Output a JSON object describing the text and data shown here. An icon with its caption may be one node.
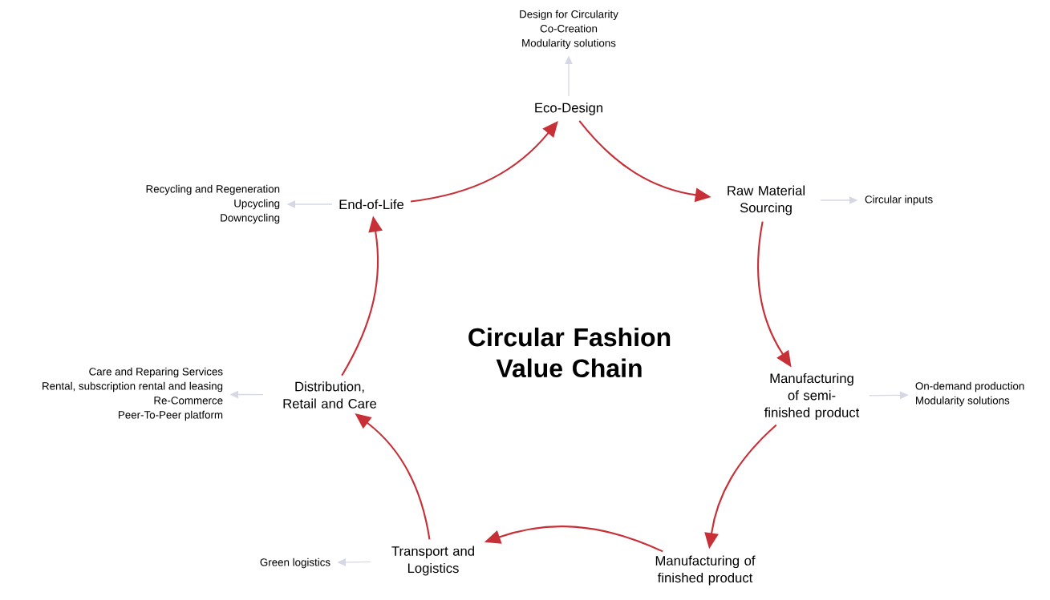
{
  "diagram": {
    "title": "Circular Fashion Value Chain",
    "nodes": [
      {
        "text": [
          "Eco-Design"
        ]
      },
      {
        "text": [
          "Raw Material Sourcing"
        ]
      },
      {
        "text": [
          "Manufacturing of semi-finished product"
        ]
      },
      {
        "text": [
          "Manufacturing of finished product"
        ]
      },
      {
        "text": [
          "Transport and Logistics"
        ]
      },
      {
        "text": [
          "Distribution, Retail and Care"
        ]
      },
      {
        "text": [
          "End-of-Life"
        ]
      },
      {
        "text": [
          "Design for Circularity",
          "Co-Creation",
          "Modularity solutions"
        ]
      },
      {
        "text": [
          "Circular inputs"
        ]
      },
      {
        "text": [
          "On-demand production",
          "Modularity solutions"
        ]
      },
      {
        "text": [
          "Green logistics"
        ]
      },
      {
        "text": [
          "Care and Reparing Services",
          "Rental, subscription rental and leasing",
          "Re-Commerce",
          "Peer-To-Peer platform"
        ]
      },
      {
        "text": [
          "Recycling and Regeneration",
          "Upcycling",
          "Downcycling"
        ]
      }
    ],
    "edges": [
      {
        "from": 0,
        "to": 1,
        "arrow": "to"
      },
      {
        "from": 1,
        "to": 2,
        "arrow": "to"
      },
      {
        "from": 2,
        "to": 3,
        "arrow": "to"
      },
      {
        "from": 3,
        "to": 4,
        "arrow": "to"
      },
      {
        "from": 4,
        "to": 5,
        "arrow": "to"
      },
      {
        "from": 5,
        "to": 6,
        "arrow": "to"
      },
      {
        "from": 6,
        "to": 0,
        "arrow": "to"
      },
      {
        "from": 0,
        "to": 7,
        "arrow": "to",
        "color": "#d5d8e4"
      },
      {
        "from": 1,
        "to": 8,
        "arrow": "to",
        "color": "#d5d8e4"
      },
      {
        "from": 2,
        "to": 9,
        "arrow": "to",
        "color": "#d5d8e4"
      },
      {
        "from": 4,
        "to": 10,
        "arrow": "to",
        "color": "#d5d8e4"
      },
      {
        "from": 5,
        "to": 11,
        "arrow": "to",
        "color": "#d5d8e4"
      },
      {
        "from": 6,
        "to": 12,
        "arrow": "to",
        "color": "#d5d8e4"
      }
    ]
  }
}
